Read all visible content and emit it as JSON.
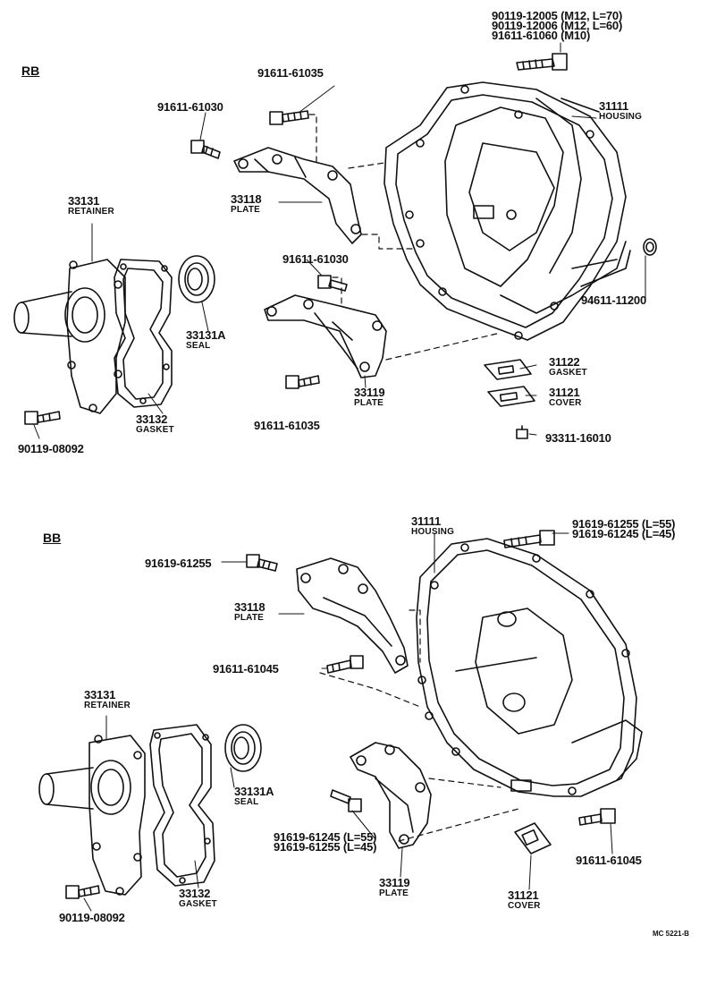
{
  "diagram_code": "MC 5221-B",
  "sections": [
    {
      "code": "RB",
      "parts": [
        {
          "number": "90119-12005 (M12, L=70)"
        },
        {
          "number": "90119-12006 (M12, L=60)"
        },
        {
          "number": "91611-61060 (M10)"
        },
        {
          "number": "91611-61035"
        },
        {
          "number": "91611-61030"
        },
        {
          "number": "31111",
          "name": "HOUSING"
        },
        {
          "number": "33118",
          "name": "PLATE"
        },
        {
          "number": "33131",
          "name": "RETAINER"
        },
        {
          "number": "91611-61030"
        },
        {
          "number": "94611-11200"
        },
        {
          "number": "33131A",
          "name": "SEAL"
        },
        {
          "number": "31122",
          "name": "GASKET"
        },
        {
          "number": "33119",
          "name": "PLATE"
        },
        {
          "number": "31121",
          "name": "COVER"
        },
        {
          "number": "33132",
          "name": "GASKET"
        },
        {
          "number": "91611-61035"
        },
        {
          "number": "93311-16010"
        },
        {
          "number": "90119-08092"
        }
      ]
    },
    {
      "code": "BB",
      "parts": [
        {
          "number": "31111",
          "name": "HOUSING"
        },
        {
          "number": "91619-61255 (L=55)"
        },
        {
          "number": "91619-61245 (L=45)"
        },
        {
          "number": "91619-61255"
        },
        {
          "number": "33118",
          "name": "PLATE"
        },
        {
          "number": "91611-61045"
        },
        {
          "number": "33131",
          "name": "RETAINER"
        },
        {
          "number": "33131A",
          "name": "SEAL"
        },
        {
          "number": "91619-61245 (L=55)"
        },
        {
          "number": "91619-61255 (L=45)"
        },
        {
          "number": "91611-61045"
        },
        {
          "number": "33119",
          "name": "PLATE"
        },
        {
          "number": "33132",
          "name": "GASKET"
        },
        {
          "number": "31121",
          "name": "COVER"
        },
        {
          "number": "90119-08092"
        }
      ]
    }
  ]
}
